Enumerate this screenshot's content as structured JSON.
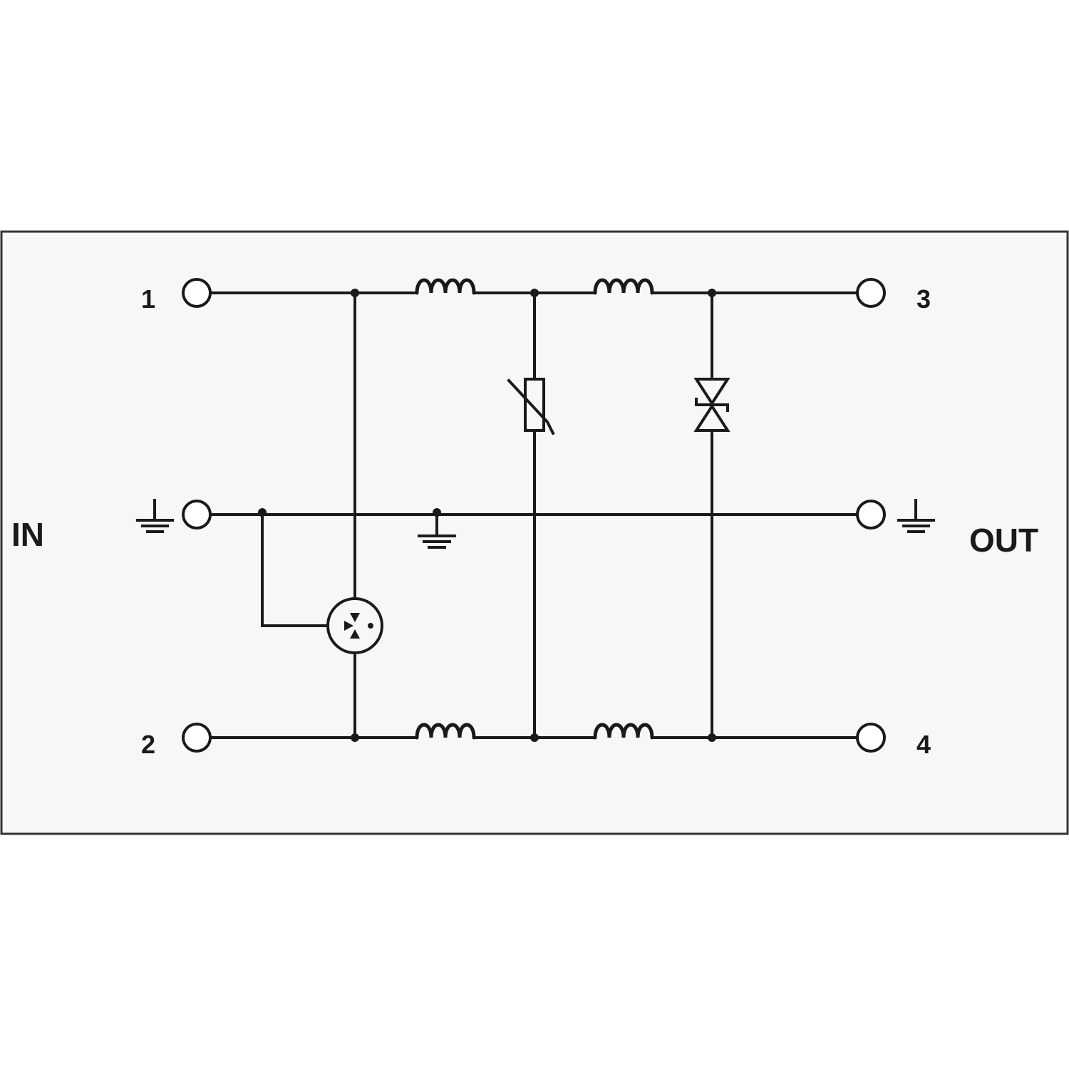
{
  "diagram": {
    "side_labels": {
      "input": "IN",
      "output": "OUT"
    },
    "terminals": [
      {
        "id": "t1",
        "label": "1"
      },
      {
        "id": "t2",
        "label": "2"
      },
      {
        "id": "t3",
        "label": "3"
      },
      {
        "id": "t4",
        "label": "4"
      }
    ],
    "components": {
      "inductors": 4,
      "gas_discharge_tube": 1,
      "varistor": 1,
      "bidirectional_tvs_diode": 1,
      "ground_symbols": 3
    },
    "colors": {
      "line": "#1a1a1a",
      "frame_fill": "#f7f7f7",
      "frame_border": "#333333",
      "background": "#ffffff"
    }
  }
}
